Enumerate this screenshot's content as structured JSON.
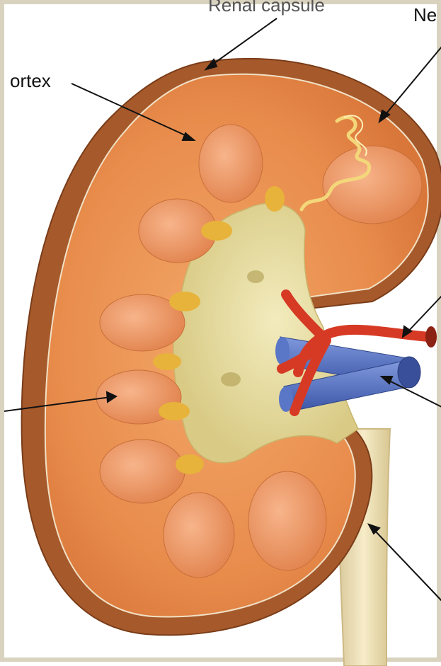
{
  "labels": {
    "capsule": "Renal capsule",
    "nephron": "Ne",
    "cortex": "ortex"
  },
  "colors": {
    "capsule": "#a65a2c",
    "cortex": "#e98e4e",
    "pelvis": "#e6dca2",
    "artery": "#d63a24",
    "vein": "#4f6fbd",
    "ureter": "#eee0bb",
    "pyramid_tip": "#e7b33a"
  },
  "icons": [
    "kidney-illustration",
    "renal-artery-icon",
    "renal-vein-icon",
    "ureter-icon"
  ]
}
